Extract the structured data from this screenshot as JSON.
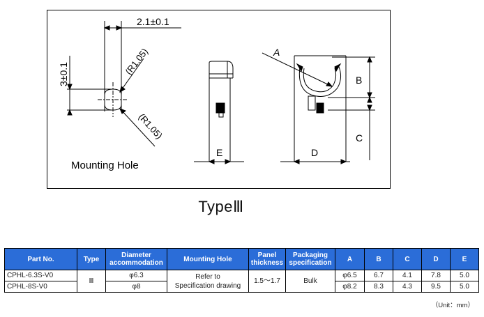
{
  "drawing": {
    "dim_2_1": "2.1±0.1",
    "dim_3": "3±0.1",
    "radius_upper": "(R1.05)",
    "radius_lower": "(R1.05)",
    "mounting_hole_label": "Mounting Hole",
    "label_A": "A",
    "label_B": "B",
    "label_C": "C",
    "label_D": "D",
    "label_E": "E"
  },
  "type_title": "TypeⅢ",
  "table": {
    "headers": {
      "part_no": "Part No.",
      "type": "Type",
      "diameter_l1": "Diameter",
      "diameter_l2": "accommodation",
      "mounting_hole": "Mounting Hole",
      "panel_l1": "Panel",
      "panel_l2": "thickness",
      "packaging_l1": "Packaging",
      "packaging_l2": "specification",
      "a": "A",
      "b": "B",
      "c": "C",
      "d": "D",
      "e": "E"
    },
    "rows": [
      {
        "part_no": "CPHL-6.3S-V0",
        "diameter": "φ6.3",
        "a": "φ6.5",
        "b": "6.7",
        "c": "4.1",
        "d": "7.8",
        "e": "5.0"
      },
      {
        "part_no": "CPHL-8S-V0",
        "diameter": "φ8",
        "a": "φ8.2",
        "b": "8.3",
        "c": "4.3",
        "d": "9.5",
        "e": "5.0"
      }
    ],
    "shared": {
      "type": "Ⅲ",
      "mounting_hole_l1": "Refer to",
      "mounting_hole_l2": "Specification drawing",
      "panel_thickness": "1.5～1.7",
      "packaging": "Bulk"
    }
  },
  "unit_note": "（Unit：mm）",
  "colors": {
    "header_bg": "#2b6dd8",
    "header_text": "#ffffff"
  }
}
